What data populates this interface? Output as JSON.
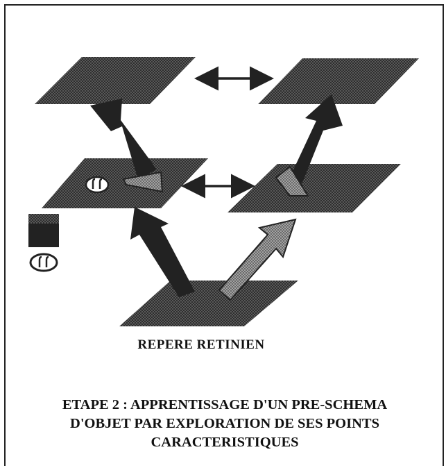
{
  "diagram": {
    "retinal_frame_label": "REPERE RETINIEN",
    "title_lines": [
      "ETAPE 2 : APPRENTISSAGE D'UN PRE-SCHEMA",
      "D'OBJET PAR EXPLORATION DE SES POINTS",
      "CARACTERISTIQUES"
    ],
    "colors": {
      "plane": "#3a3a3a",
      "arrow": "#222222",
      "background": "#ffffff"
    }
  }
}
